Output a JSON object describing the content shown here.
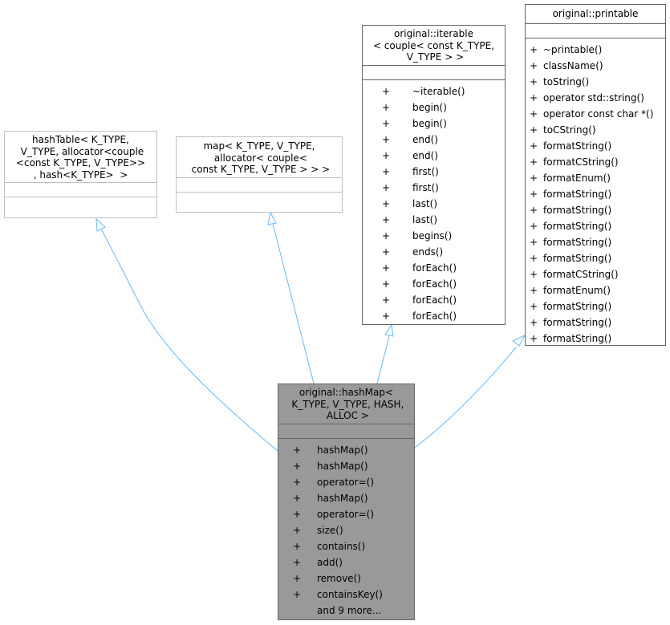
{
  "classes": {
    "hashtable": {
      "title": "hashTable< K_TYPE,\n V_TYPE, allocator<couple\n<const K_TYPE, V_TYPE>>\n, hash<K_TYPE>  >"
    },
    "map": {
      "title": "map< K_TYPE, V_TYPE,\n allocator< couple<\n const K_TYPE, V_TYPE > > >"
    },
    "iterable": {
      "title": "original::iterable\n< couple< const K_TYPE,\n V_TYPE > >",
      "members": [
        {
          "vis": "+",
          "name": "~iterable()"
        },
        {
          "vis": "+",
          "name": "begin()"
        },
        {
          "vis": "+",
          "name": "begin()"
        },
        {
          "vis": "+",
          "name": "end()"
        },
        {
          "vis": "+",
          "name": "end()"
        },
        {
          "vis": "+",
          "name": "first()"
        },
        {
          "vis": "+",
          "name": "first()"
        },
        {
          "vis": "+",
          "name": "last()"
        },
        {
          "vis": "+",
          "name": "last()"
        },
        {
          "vis": "+",
          "name": "begins()"
        },
        {
          "vis": "+",
          "name": "ends()"
        },
        {
          "vis": "+",
          "name": "forEach()"
        },
        {
          "vis": "+",
          "name": "forEach()"
        },
        {
          "vis": "+",
          "name": "forEach()"
        },
        {
          "vis": "+",
          "name": "forEach()"
        }
      ]
    },
    "printable": {
      "title": "original::printable",
      "members": [
        {
          "vis": "+",
          "name": "~printable()"
        },
        {
          "vis": "+",
          "name": "className()"
        },
        {
          "vis": "+",
          "name": "toString()"
        },
        {
          "vis": "+",
          "name": "operator std::string()"
        },
        {
          "vis": "+",
          "name": "operator const char *()"
        },
        {
          "vis": "+",
          "name": "toCString()"
        },
        {
          "vis": "+",
          "name": "formatString()"
        },
        {
          "vis": "+",
          "name": "formatCString()"
        },
        {
          "vis": "+",
          "name": "formatEnum()"
        },
        {
          "vis": "+",
          "name": "formatString()"
        },
        {
          "vis": "+",
          "name": "formatString()"
        },
        {
          "vis": "+",
          "name": "formatString()"
        },
        {
          "vis": "+",
          "name": "formatString()"
        },
        {
          "vis": "+",
          "name": "formatString()"
        },
        {
          "vis": "+",
          "name": "formatCString()"
        },
        {
          "vis": "+",
          "name": "formatEnum()"
        },
        {
          "vis": "+",
          "name": "formatString()"
        },
        {
          "vis": "+",
          "name": "formatString()"
        },
        {
          "vis": "+",
          "name": "formatString()"
        }
      ]
    },
    "hashmap": {
      "title": "original::hashMap<\n K_TYPE, V_TYPE, HASH,\n ALLOC >",
      "members": [
        {
          "vis": "+",
          "name": "hashMap()"
        },
        {
          "vis": "+",
          "name": "hashMap()"
        },
        {
          "vis": "+",
          "name": "operator=()"
        },
        {
          "vis": "+",
          "name": "hashMap()"
        },
        {
          "vis": "+",
          "name": "operator=()"
        },
        {
          "vis": "+",
          "name": "size()"
        },
        {
          "vis": "+",
          "name": "contains()"
        },
        {
          "vis": "+",
          "name": "add()"
        },
        {
          "vis": "+",
          "name": "remove()"
        },
        {
          "vis": "+",
          "name": "containsKey()"
        },
        {
          "vis": "",
          "name": "and 9 more..."
        }
      ]
    }
  },
  "colors": {
    "edge": "#63b8ff",
    "highlight_fill": "#999999",
    "border": "#666666",
    "muted_border": "#bfbfbf"
  }
}
